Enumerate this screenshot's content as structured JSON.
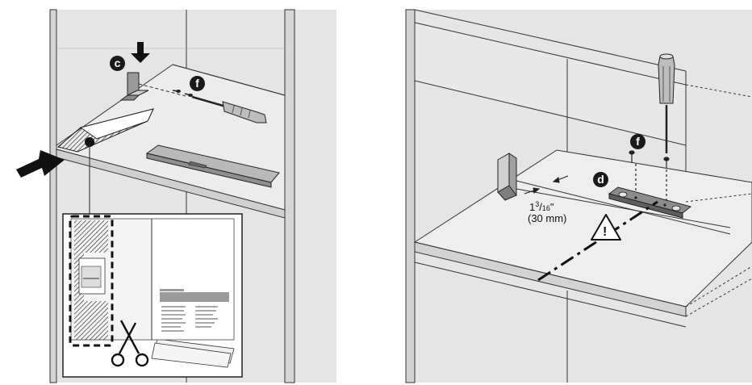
{
  "callouts": {
    "c": "c",
    "f_left": "f",
    "f_right": "f",
    "d": "d"
  },
  "dimension": {
    "whole": "1",
    "num": "3",
    "den": "16",
    "inch_mark": "\"",
    "metric": "(30 mm)"
  },
  "warning_symbol": "!",
  "icons": [
    "press-arrow-icon",
    "push-arrow-icon",
    "screwdriver-icon",
    "scissors-icon",
    "warning-triangle-icon"
  ],
  "colors": {
    "cabinet_fill": "#e5e5e5",
    "line": "#222222",
    "badge": "#1a1a1a",
    "background": "#ffffff"
  }
}
